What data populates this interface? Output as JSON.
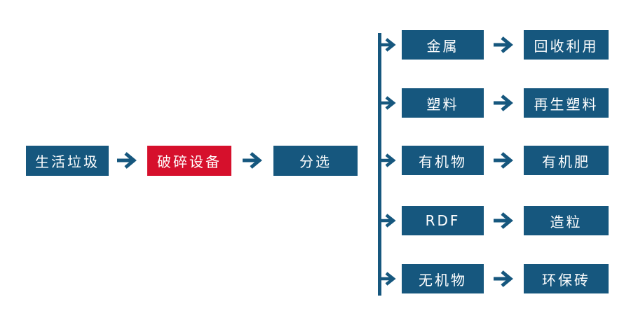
{
  "colors": {
    "box_blue": "#16577E",
    "box_red": "#D6102C",
    "arrow_blue": "#16577E",
    "text_white": "#ffffff",
    "background": "#ffffff"
  },
  "main_flow": {
    "source_label": "生活垃圾",
    "process_label": "破碎设备",
    "sorting_label": "分选"
  },
  "branches": [
    {
      "category": "金属",
      "outcome": "回收利用"
    },
    {
      "category": "塑料",
      "outcome": "再生塑料"
    },
    {
      "category": "有机物",
      "outcome": "有机肥"
    },
    {
      "category": "RDF",
      "outcome": "造粒"
    },
    {
      "category": "无机物",
      "outcome": "环保砖"
    }
  ]
}
